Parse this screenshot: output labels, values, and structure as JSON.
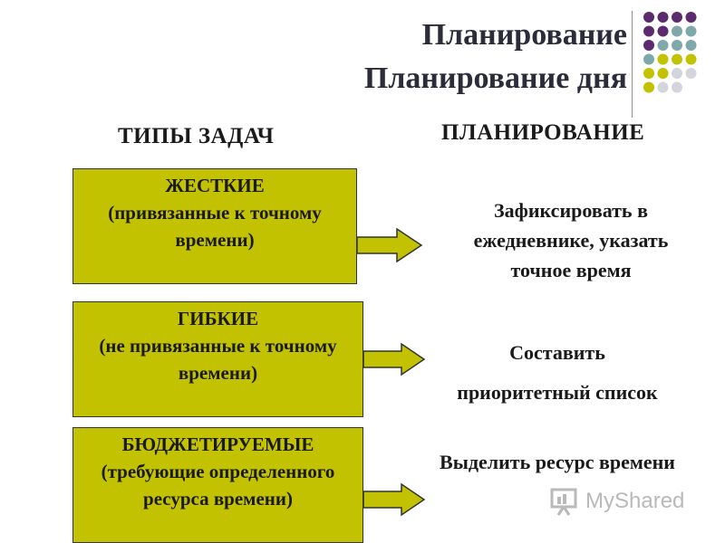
{
  "header": {
    "title": "Планирование",
    "subtitle": "Планирование дня"
  },
  "columns": {
    "left_header": "ТИПЫ ЗАДАЧ",
    "right_header": "ПЛАНИРОВАНИЕ"
  },
  "tasks": [
    {
      "title": "ЖЕСТКИЕ",
      "desc_1": "(привязанные к точному",
      "desc_2": "времени)",
      "plan_1": "Зафиксировать в",
      "plan_2": "ежедневнике, указать",
      "plan_3": "точное время"
    },
    {
      "title": "ГИБКИЕ",
      "desc_1": "(не привязанные к точному",
      "desc_2": "времени)",
      "plan_1": "Составить",
      "plan_2": "приоритетный список"
    },
    {
      "title": "БЮДЖЕТИРУЕМЫЕ",
      "desc_1": "(требующие определенного",
      "desc_2": "ресурса времени)",
      "plan_1": "Выделить ресурс времени"
    }
  ],
  "watermark": {
    "text": "MyShared"
  },
  "colors": {
    "box_fill": "#c2c200",
    "dot_purple": "#5c2a6e",
    "dot_teal": "#7ea8aa",
    "dot_olive": "#c2c200",
    "dot_gray": "#d4d4dc"
  },
  "icons": {
    "arrow": "right-arrow-icon",
    "watermark_logo": "presentation-board-icon"
  }
}
